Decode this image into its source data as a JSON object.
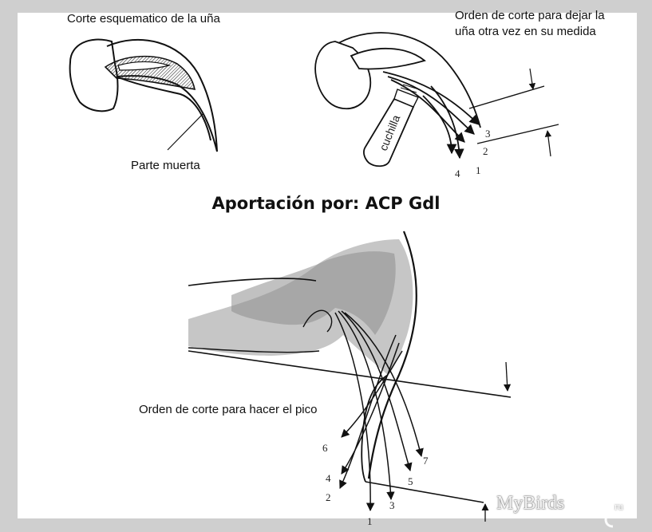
{
  "title": "Aportación por: ACP Gdl",
  "captions": {
    "schematic": "Corte esquematico de la uña",
    "dead_part": "Parte muerta",
    "order_line1": "Orden de corte para dejar la",
    "order_line2": "uña otra vez en su medida",
    "beak": "Orden de corte para hacer el pico"
  },
  "knife_label": "cuchilla",
  "numbers_top": [
    "1",
    "2",
    "3",
    "4"
  ],
  "numbers_bottom": [
    "1",
    "2",
    "3",
    "4",
    "5",
    "6",
    "7"
  ],
  "watermark": {
    "brand": "MyBirds",
    "suffix": "ru"
  },
  "colors": {
    "frame": "#cfcfcf",
    "paper": "#ffffff",
    "ink": "#111111"
  }
}
